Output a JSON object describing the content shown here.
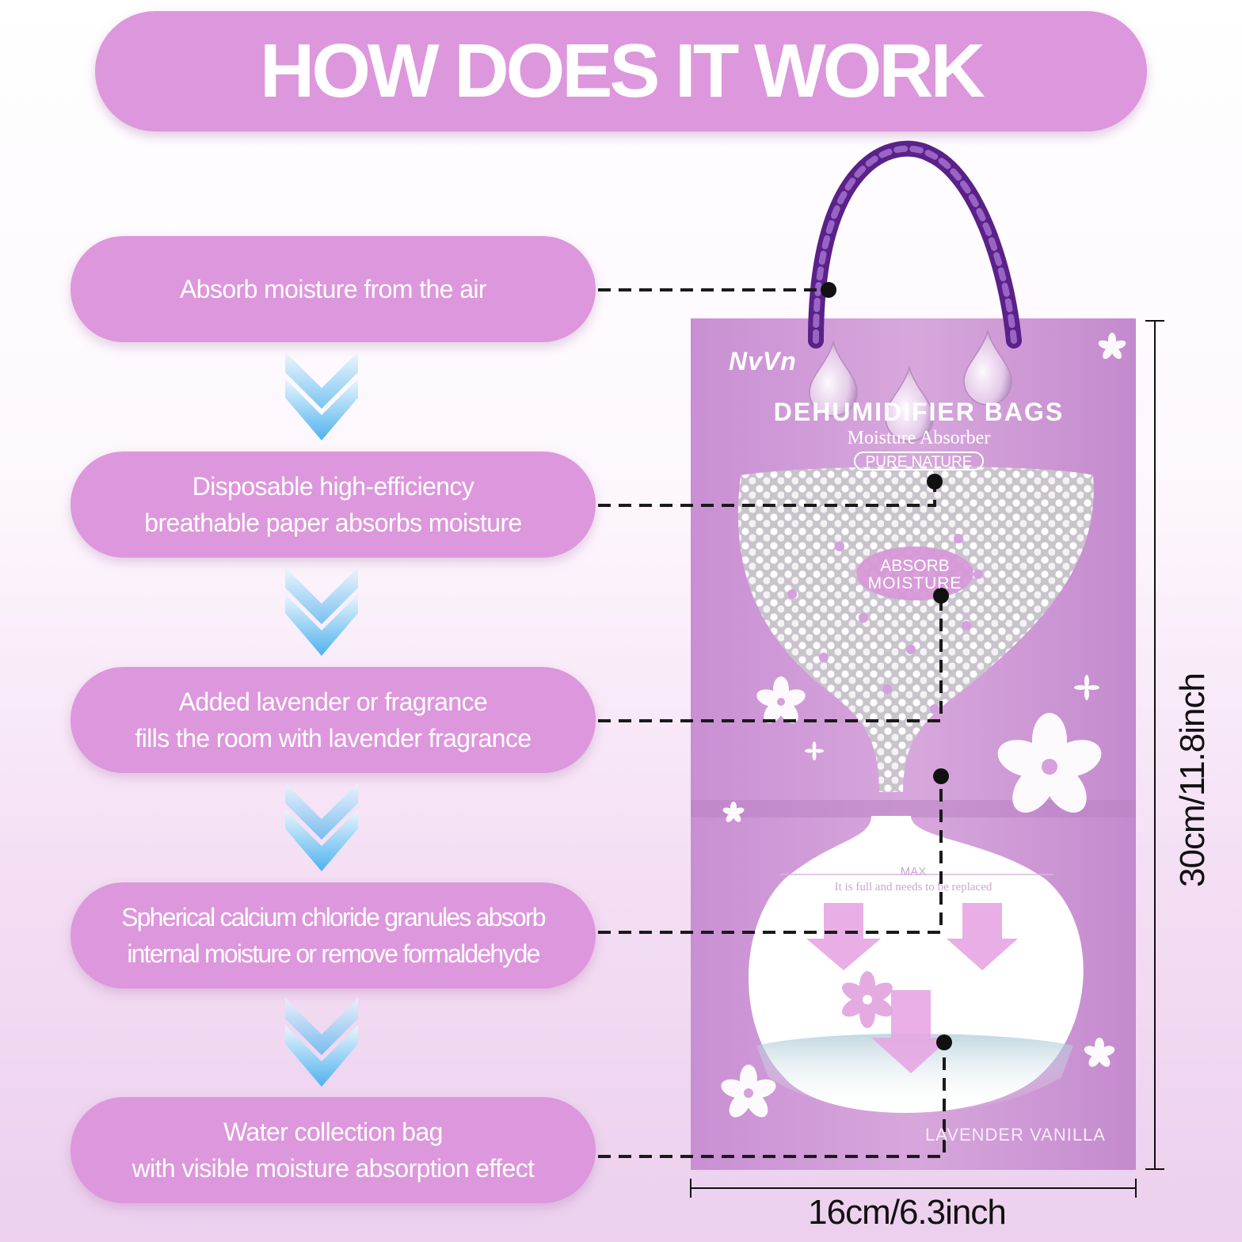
{
  "title": "HOW DOES IT WORK",
  "steps": [
    {
      "text": "Absorb moisture from the air"
    },
    {
      "text": "Disposable high-efficiency\nbreathable paper absorbs moisture"
    },
    {
      "text": "Added lavender or fragrance\nfills the room with lavender fragrance"
    },
    {
      "text": "Spherical calcium chloride granules absorb\ninternal moisture or remove formaldehyde"
    },
    {
      "text": "Water collection bag\nwith visible moisture absorption effect"
    }
  ],
  "product": {
    "brand": "NvVn",
    "name": "DEHUMIDIFIER BAGS",
    "subtitle": "Moisture Absorber",
    "tag": "PURE NATURE",
    "badge_line1": "ABSORB",
    "badge_line2": "MOISTURE",
    "max_label": "MAX",
    "max_note": "It is full and needs to be replaced",
    "scent": "LAVENDER VANILLA"
  },
  "dimensions": {
    "width": "16cm/6.3inch",
    "height": "30cm/11.8inch"
  },
  "colors": {
    "pill": "#dd97dc",
    "package": "#c68dd0",
    "rope": "#6c2c9c",
    "arrow": "#5bb8f0"
  }
}
